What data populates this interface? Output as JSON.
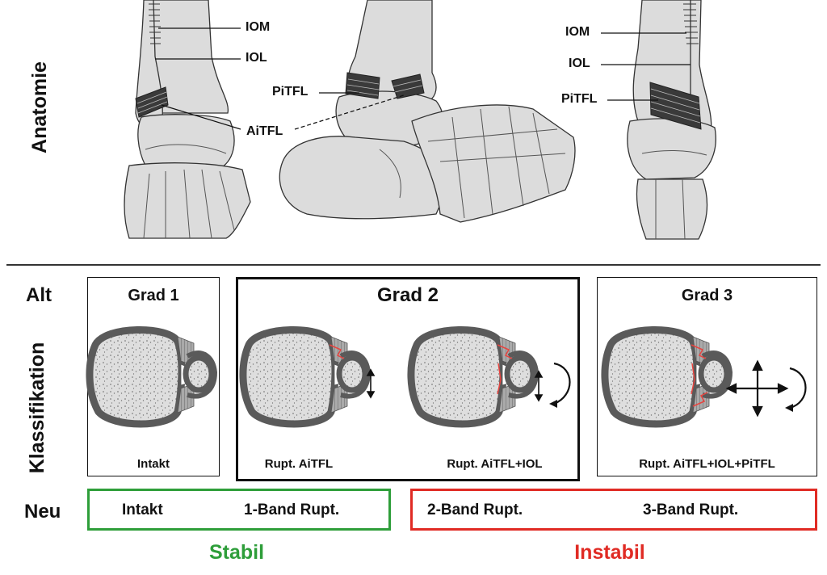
{
  "labels": {
    "anatomy": "Anatomie",
    "old": "Alt",
    "classification": "Klassifikation",
    "new": "Neu"
  },
  "ligaments": {
    "iom": "IOM",
    "iol": "IOL",
    "aitfl": "AiTFL",
    "pitfl": "PiTFL"
  },
  "grades": [
    {
      "title": "Grad 1",
      "captions": [
        "Intakt"
      ]
    },
    {
      "title": "Grad 2",
      "captions": [
        "Rupt. AiTFL",
        "Rupt. AiTFL+IOL"
      ]
    },
    {
      "title": "Grad 3",
      "captions": [
        "Rupt. AiTFL+IOL+PiTFL"
      ]
    }
  ],
  "new_classification": {
    "stable": {
      "items": [
        "Intakt",
        "1-Band Rupt."
      ],
      "label": "Stabil",
      "color": "#2e9e3a"
    },
    "unstable": {
      "items": [
        "2-Band Rupt.",
        "3-Band Rupt."
      ],
      "label": "Instabil",
      "color": "#e02b24"
    }
  },
  "colors": {
    "bone": "#dcdcdc",
    "cortex": "#5a5a5a",
    "rupture": "#e8443f"
  }
}
